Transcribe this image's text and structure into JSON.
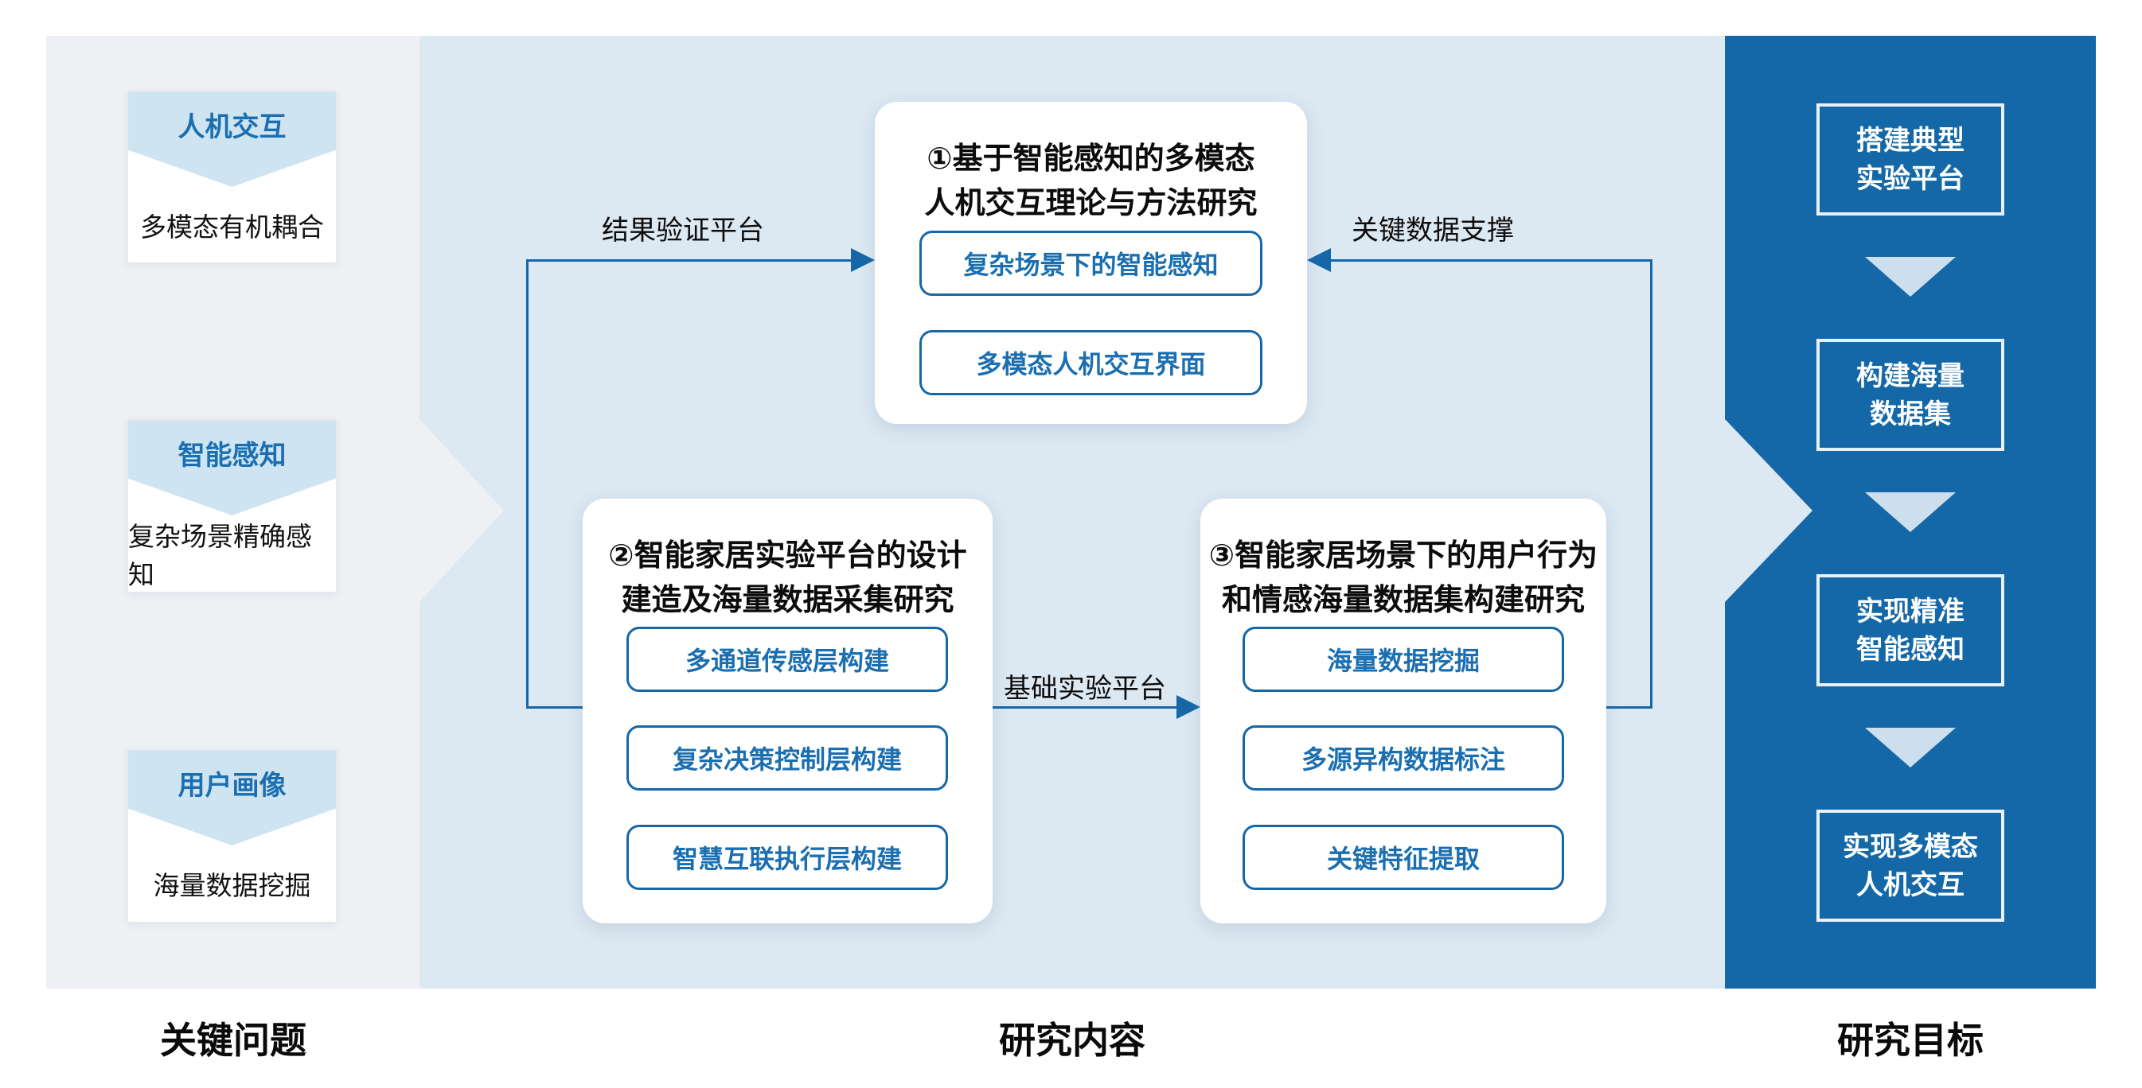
{
  "diagram": {
    "columns": {
      "problems": {
        "footer_label": "关键问题",
        "cards": [
          {
            "tag": "人机交互",
            "desc": "多模态有机耦合"
          },
          {
            "tag": "智能感知",
            "desc": "复杂场景精确感知"
          },
          {
            "tag": "用户画像",
            "desc": "海量数据挖掘"
          }
        ]
      },
      "content": {
        "footer_label": "研究内容",
        "studies": [
          {
            "title1": "①基于智能感知的多模态",
            "title2": "人机交互理论与方法研究",
            "items": [
              "复杂场景下的智能感知",
              "多模态人机交互界面"
            ]
          },
          {
            "title1": "②智能家居实验平台的设计",
            "title2": "建造及海量数据采集研究",
            "items": [
              "多通道传感层构建",
              "复杂决策控制层构建",
              "智慧互联执行层构建"
            ]
          },
          {
            "title1": "③智能家居场景下的用户行为",
            "title2": "和情感海量数据集构建研究",
            "items": [
              "海量数据挖掘",
              "多源异构数据标注",
              "关键特征提取"
            ]
          }
        ],
        "connector_labels": {
          "result_platform": "结果验证平台",
          "base_platform": "基础实验平台",
          "key_data": "关键数据支撑"
        }
      },
      "goals": {
        "footer_label": "研究目标",
        "items": [
          {
            "line1": "搭建典型",
            "line2": "实验平台"
          },
          {
            "line1": "构建海量",
            "line2": "数据集"
          },
          {
            "line1": "实现精准",
            "line2": "智能感知"
          },
          {
            "line1": "实现多模态",
            "line2": "人机交互"
          }
        ]
      }
    }
  },
  "colors": {
    "accent": "#1667a8",
    "accent-text": "#1b6fb0",
    "panel-gray": "#eef0f4",
    "panel-light": "#dce8f2",
    "panel-dark": "#1568a7",
    "band-light": "#cfe4f1",
    "tri-light": "#cddeed",
    "text-dark": "#111111"
  }
}
